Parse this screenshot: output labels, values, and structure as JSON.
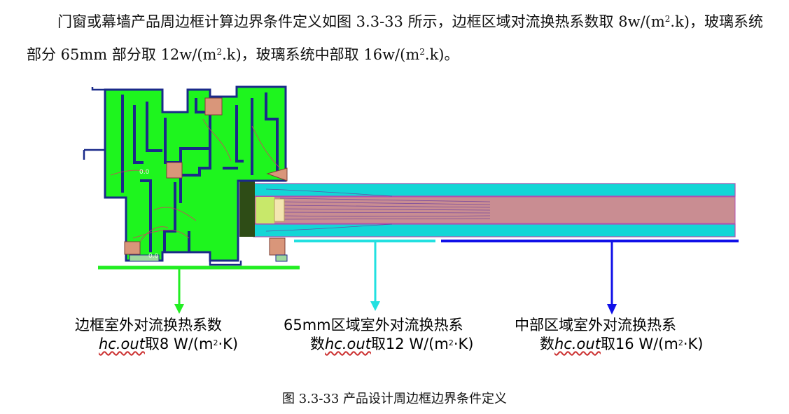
{
  "paragraph": {
    "part1": "门窗或幕墙产品周边框计算边界条件定义如图 3.3-33 所示，边框区域对流换热系数取 8w/(m",
    "sup1": "2",
    "part2": ".k)，玻璃系统部分 65mm 部分取 12w/(m",
    "sup2": "2",
    "part3": ".k)，玻璃系统中部取 16w/(m",
    "sup3": "2",
    "part4": ".k)。"
  },
  "figure": {
    "contour_label_1": "0.0",
    "contour_label_2": "0.0",
    "labels": {
      "frame": {
        "line1": "边框室外对流换热系数",
        "symbol": "hc.out",
        "value_prefix": "取8 W/(m",
        "sup": "2",
        "value_suffix": "·K)"
      },
      "edge": {
        "line1": "65mm区域室外对流换热系",
        "prefix2": "数",
        "symbol": "hc.out",
        "value_prefix": "取12 W/(m",
        "sup": "2",
        "value_suffix": "·K)"
      },
      "center": {
        "line1": "中部区域室外对流换热系",
        "prefix2": "数",
        "symbol": "hc.out",
        "value_prefix": "取16 W/(m",
        "sup": "2",
        "value_suffix": "·K)"
      }
    },
    "colors": {
      "frame_fill": "#1ef51e",
      "frame_edge": "#1a2a8a",
      "glass_cyan": "#13d6d6",
      "cavity": "#c98d92",
      "arrow_frame": "#22ee22",
      "arrow_edge": "#22e0e0",
      "arrow_center": "#1010e8"
    }
  },
  "caption": "图  3.3-33 产品设计周边框边界条件定义"
}
